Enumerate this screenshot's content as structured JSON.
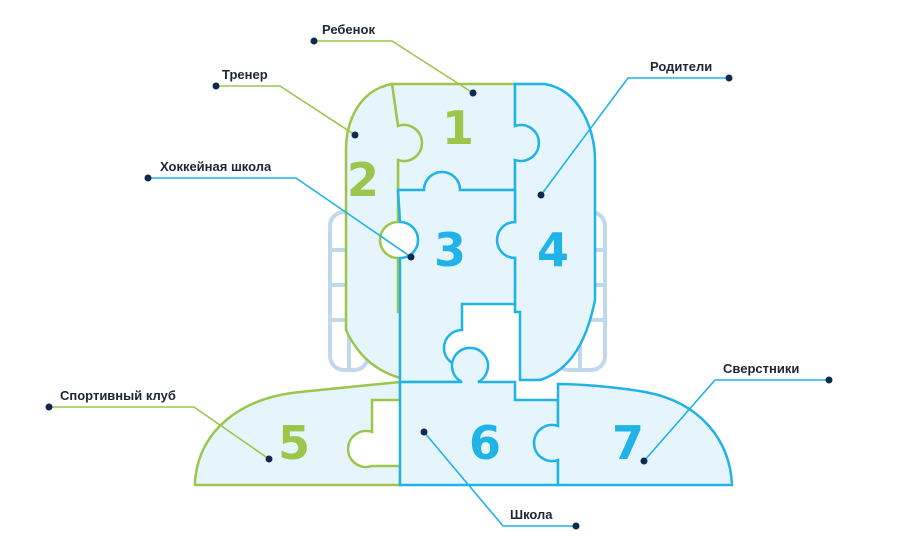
{
  "colors": {
    "green": "#9cc54b",
    "blue": "#1fb3e8",
    "fill": "#e6f4fc",
    "helmet": "#bfd8ec",
    "text": "#1d2536",
    "dot": "#0f2a4e"
  },
  "pieces": [
    {
      "number": "1",
      "color": "green"
    },
    {
      "number": "2",
      "color": "green"
    },
    {
      "number": "3",
      "color": "blue"
    },
    {
      "number": "4",
      "color": "blue"
    },
    {
      "number": "5",
      "color": "green"
    },
    {
      "number": "6",
      "color": "blue"
    },
    {
      "number": "7",
      "color": "blue"
    }
  ],
  "labels": {
    "child": "Ребенок",
    "coach": "Тренер",
    "hockey_school": "Хоккейная школа",
    "parents": "Родители",
    "sports_club": "Спортивный клуб",
    "peers": "Сверстники",
    "school": "Школа"
  }
}
